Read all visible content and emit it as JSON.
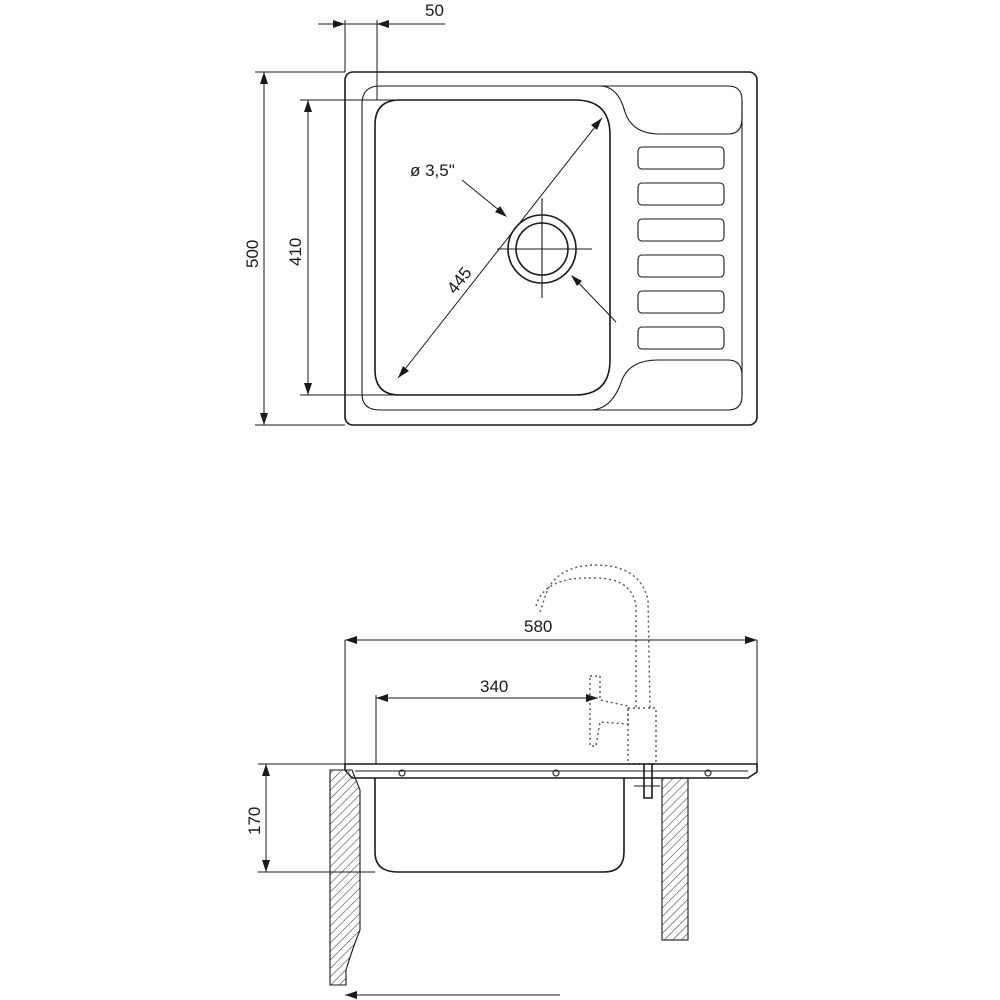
{
  "top_view": {
    "dim_offset": "50",
    "dim_outer_height": "500",
    "dim_bowl_height": "410",
    "dim_diagonal": "445",
    "dim_drain": "ø 3,5\""
  },
  "side_view": {
    "dim_width": "580",
    "dim_bowl_width": "340",
    "dim_depth": "170"
  }
}
